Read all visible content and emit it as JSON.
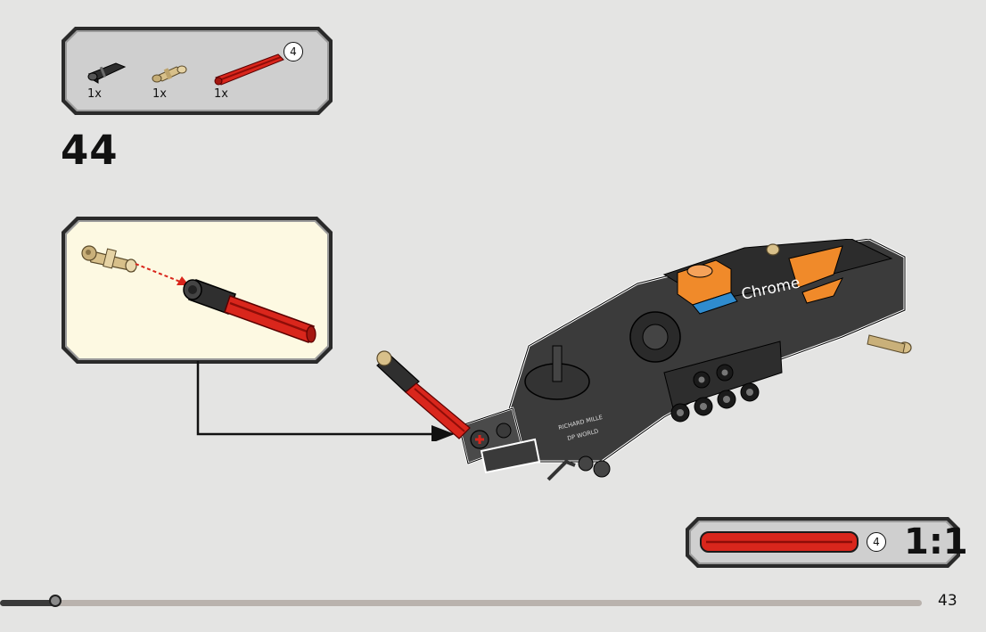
{
  "parts_list": {
    "items": [
      {
        "name": "black-connector-icon",
        "quantity": "1x"
      },
      {
        "name": "tan-pin-icon",
        "quantity": "1x"
      },
      {
        "name": "red-axle-icon",
        "quantity": "1x",
        "length": "4"
      }
    ]
  },
  "step": {
    "number": "44"
  },
  "scale": {
    "axle_length": "4",
    "ratio": "1:1"
  },
  "page": {
    "number": "43"
  },
  "progress": {
    "fraction": 0.06
  },
  "car_livery": {
    "sponsor_main": "Chrome",
    "sponsor_side_1": "RICHARD MILLE",
    "sponsor_side_2": "DP WORLD"
  },
  "colors": {
    "background": "#e4e4e3",
    "axle_red": "#d9261c",
    "pin_tan": "#d8c08a",
    "callout_bg": "#fdf9e2",
    "car_body": "#3b3b3b",
    "livery_orange": "#f08a2a"
  }
}
